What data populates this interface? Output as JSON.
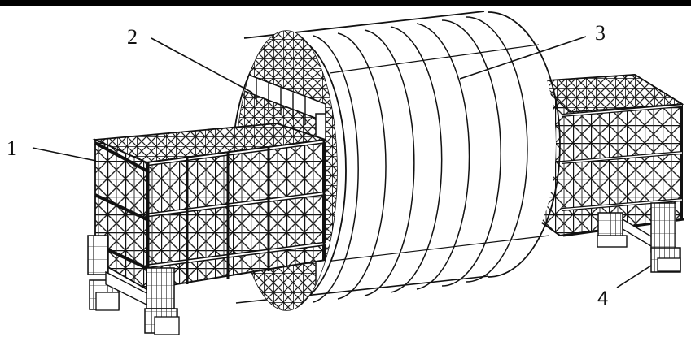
{
  "figure": {
    "type": "technical-line-drawing",
    "subject": "truss support frame with cylindrical shell",
    "line_color": "#111111",
    "background": "#ffffff",
    "top_bar_color": "#000000"
  },
  "callouts": [
    {
      "number": "1",
      "target": "left truss frame"
    },
    {
      "number": "2",
      "target": "inner frame / bracket inside cylinder"
    },
    {
      "number": "3",
      "target": "cylindrical shell"
    },
    {
      "number": "4",
      "target": "support foot"
    }
  ],
  "cylinder": {
    "ring_count": 9
  }
}
